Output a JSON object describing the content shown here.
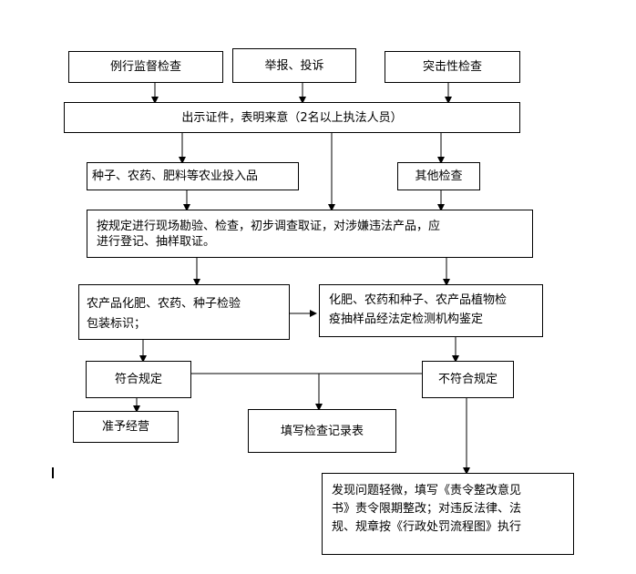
{
  "nodes": {
    "routine": "例行监督检查",
    "report": "举报、投诉",
    "surprise": "突击性检查",
    "show_id": "出示证件，表明来意（2名以上执法人员）",
    "agri_inputs": "种子、农药、肥料等农业投入品",
    "other_check": "其他检查",
    "onsite_lines": [
      "按规定进行现场勘验、检查，初步调查取证，对涉嫌违法产品，应",
      "进行登记、抽样取证。"
    ],
    "label_check_lines": [
      "农产品化肥、农药、种子检验",
      "包装标识；"
    ],
    "lab_test_lines": [
      "化肥、农药和种子、农产品植物检",
      "疫抽样品经法定检测机构鉴定"
    ],
    "compliant": "符合规定",
    "noncompliant": "不符合规定",
    "allow_business": "准予经营",
    "fill_record": "填写检查记录表",
    "minor_issue_lines": [
      "发现问题轻微，填写《责令整改意见",
      "书》责令限期整改；对违反法律、法",
      "规、规章按《行政处罚流程图》执行"
    ]
  }
}
